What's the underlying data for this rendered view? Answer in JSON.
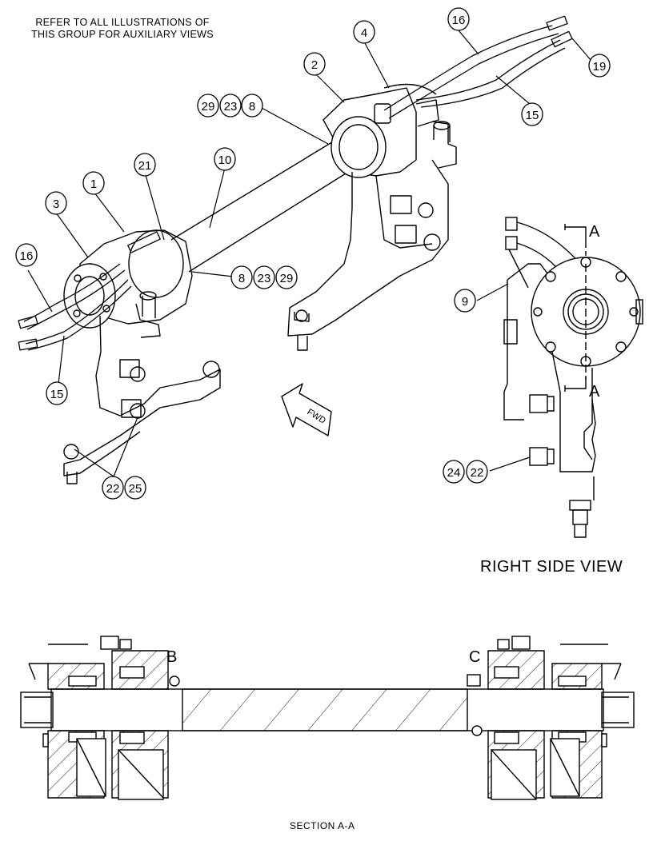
{
  "header_note": {
    "line1": "REFER TO ALL ILLUSTRATIONS OF",
    "line2": "THIS GROUP FOR AUXILIARY VIEWS"
  },
  "views": {
    "right_side_view": "RIGHT SIDE VIEW",
    "section_title": "SECTION A-A",
    "section_marker_top": "A",
    "section_marker_bottom": "A",
    "detail_b": "B",
    "detail_c": "C",
    "fwd_arrow": "FWD"
  },
  "callouts": [
    {
      "id": "c-16-top",
      "label": "16"
    },
    {
      "id": "c-19",
      "label": "19"
    },
    {
      "id": "c-4",
      "label": "4"
    },
    {
      "id": "c-2",
      "label": "2"
    },
    {
      "id": "c-15-top",
      "label": "15"
    },
    {
      "id": "c-29-top",
      "label": "29"
    },
    {
      "id": "c-23-top",
      "label": "23"
    },
    {
      "id": "c-8-top",
      "label": "8"
    },
    {
      "id": "c-10",
      "label": "10"
    },
    {
      "id": "c-21",
      "label": "21"
    },
    {
      "id": "c-1",
      "label": "1"
    },
    {
      "id": "c-3",
      "label": "3"
    },
    {
      "id": "c-16-left",
      "label": "16"
    },
    {
      "id": "c-8-mid",
      "label": "8"
    },
    {
      "id": "c-23-mid",
      "label": "23"
    },
    {
      "id": "c-29-mid",
      "label": "29"
    },
    {
      "id": "c-15-left",
      "label": "15"
    },
    {
      "id": "c-22-bottom",
      "label": "22"
    },
    {
      "id": "c-25",
      "label": "25"
    },
    {
      "id": "c-9",
      "label": "9"
    },
    {
      "id": "c-24",
      "label": "24"
    },
    {
      "id": "c-22-right",
      "label": "22"
    }
  ]
}
